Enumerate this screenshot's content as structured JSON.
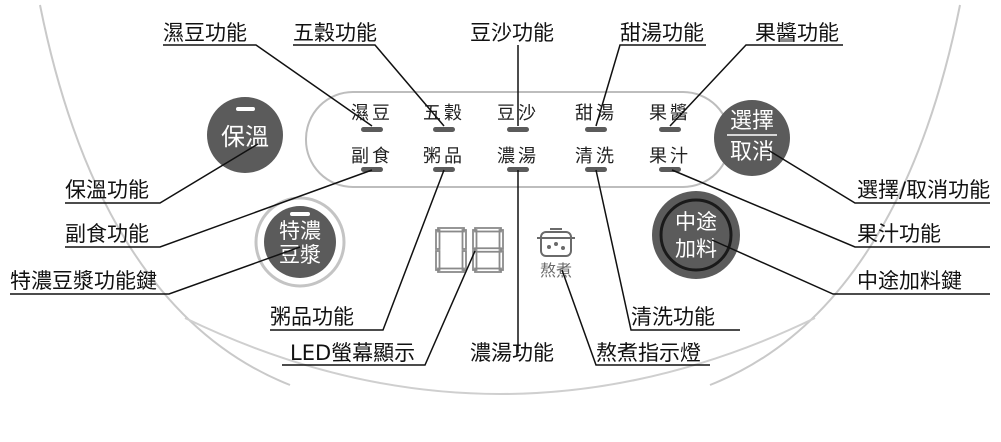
{
  "panel": {
    "mode_rows": [
      [
        "濕豆",
        "五穀",
        "豆沙",
        "甜湯",
        "果醬"
      ],
      [
        "副食",
        "粥品",
        "濃湯",
        "清洗",
        "果汁"
      ]
    ],
    "buttons": {
      "keep_warm": [
        "保溫"
      ],
      "select_cancel": [
        "選擇",
        "取消"
      ],
      "thick_soymilk": [
        "特濃",
        "豆漿"
      ],
      "add_midway": [
        "中途",
        "加料"
      ]
    },
    "display_value": "08",
    "boil_indicator_label": "熬煮"
  },
  "callouts": {
    "wet_bean": "濕豆功能",
    "five_grain": "五穀功能",
    "bean_paste": "豆沙功能",
    "sweet_soup": "甜湯功能",
    "jam": "果醬功能",
    "keep_warm": "保溫功能",
    "side_dish": "副食功能",
    "thick_soymilk": "特濃豆漿功能鍵",
    "porridge": "粥品功能",
    "led_display": "LED螢幕顯示",
    "thick_soup": "濃湯功能",
    "boil_indicator": "熬煮指示燈",
    "clean": "清洗功能",
    "select_cancel": "選擇/取消功能",
    "juice": "果汁功能",
    "add_midway": "中途加料鍵"
  }
}
